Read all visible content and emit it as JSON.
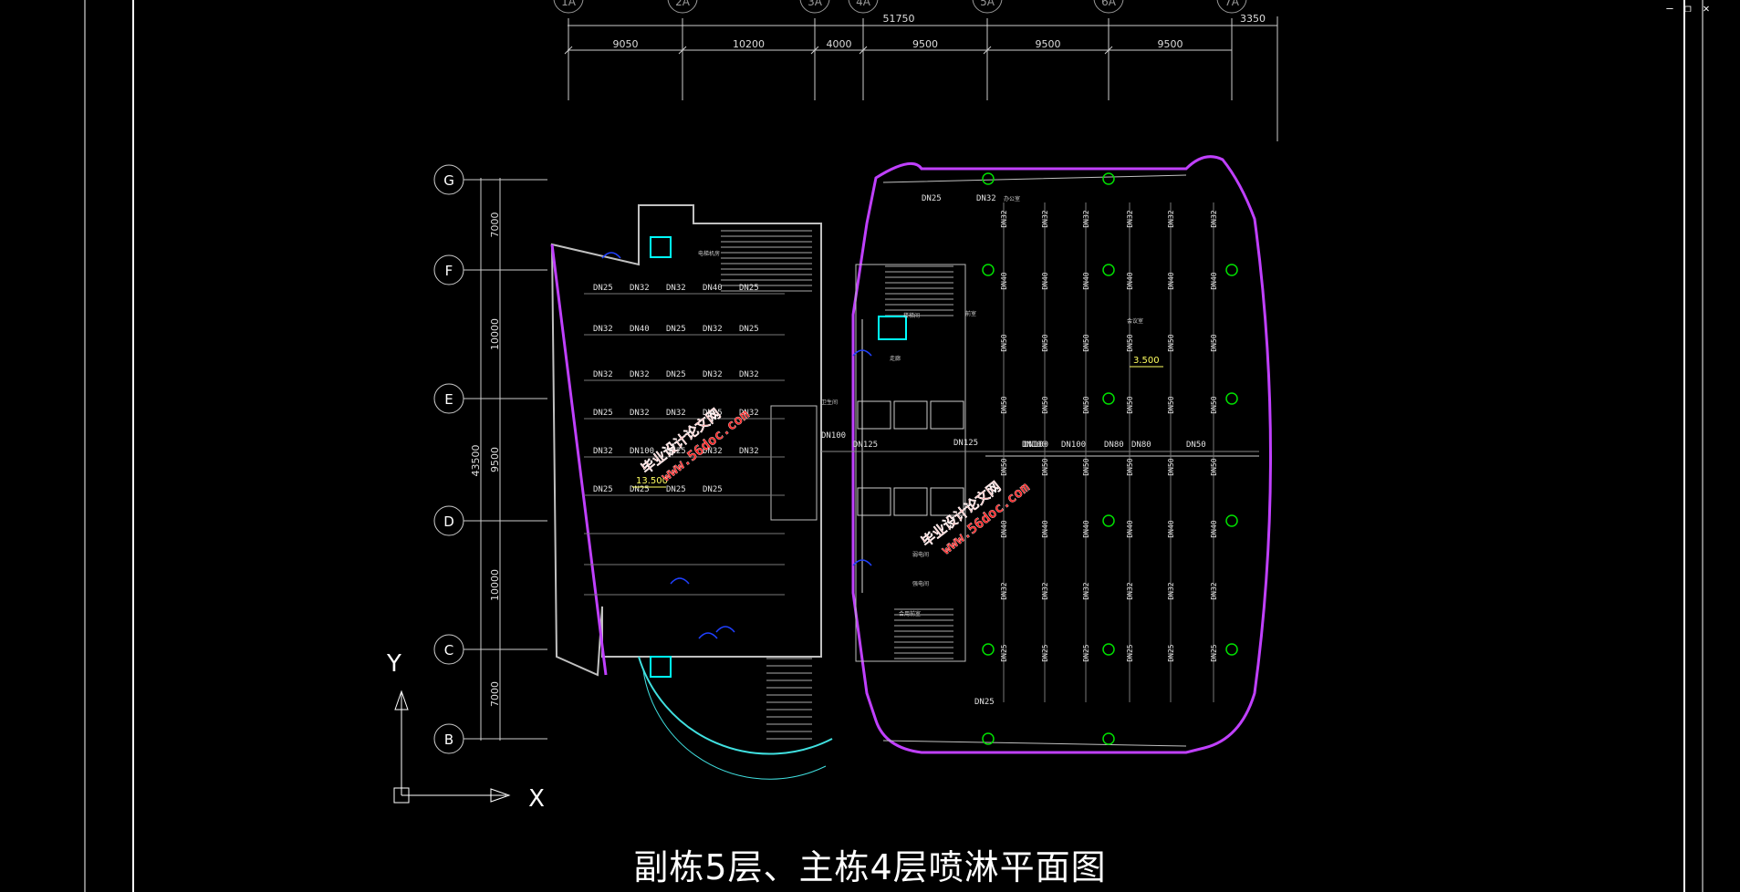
{
  "window_controls": {
    "minimize": "–",
    "restore": "❐",
    "close": "✕"
  },
  "drawing": {
    "title": "副栋5层、主栋4层喷淋平面图",
    "ucs": {
      "x_label": "X",
      "y_label": "Y"
    },
    "axes_top": [
      "1A",
      "2A",
      "3A",
      "4A",
      "5A",
      "6A",
      "7A"
    ],
    "dims_top_total": "51750",
    "dims_top_extra": "3350",
    "dims_top": [
      "9050",
      "10200",
      "4000",
      "9500",
      "9500",
      "9500"
    ],
    "axes_left": [
      "G",
      "F",
      "E",
      "D",
      "C",
      "B"
    ],
    "dims_left_total": "43500",
    "dims_left": [
      "7000",
      "10000",
      "9500",
      "10000",
      "7000"
    ],
    "elevations": [
      "3.500",
      "13.500"
    ],
    "watermark": {
      "line1": "毕业设计论文网",
      "line2": "www.56doc.com"
    },
    "pipe_labels_left": [
      "DN25",
      "DN32",
      "DN32",
      "DN40",
      "DN25",
      "DN32",
      "DN40",
      "DN25",
      "DN32",
      "DN25",
      "DN32",
      "DN32",
      "DN25",
      "DN32",
      "DN32",
      "DN25",
      "DN32",
      "DN32",
      "DN25",
      "DN32",
      "DN32",
      "DN100",
      "DN25",
      "DN32",
      "DN32",
      "DN25",
      "DN25",
      "DN25",
      "DN25"
    ],
    "pipe_labels_mid": [
      "DN100",
      "DN125",
      "DN125",
      "DN100",
      "DN100"
    ],
    "pipe_labels_right_h": [
      "DN25",
      "DN32",
      "DN100",
      "DN80",
      "DN80",
      "DN50",
      "DN25"
    ],
    "pipe_labels_right_v": [
      "DN32",
      "DN40",
      "DN50",
      "DN50",
      "DN50",
      "DN40",
      "DN32",
      "DN25"
    ],
    "room_labels": [
      "电梯机房",
      "楼梯间",
      "走廊",
      "前室",
      "卫生间",
      "强电间",
      "弱电间",
      "合用前室",
      "办公室",
      "会议室"
    ]
  },
  "colors": {
    "background": "#000000",
    "frame": "#ffffff",
    "wall": "#c0c0c0",
    "curtain_wall": "#c040ff",
    "pipe_text": "#e0e0e0",
    "sprinkler_ring": "#00e000",
    "cyan": "#00ffff",
    "door": "#2040ff",
    "watermark": "#ff2020",
    "elevation": "#ffff60"
  }
}
